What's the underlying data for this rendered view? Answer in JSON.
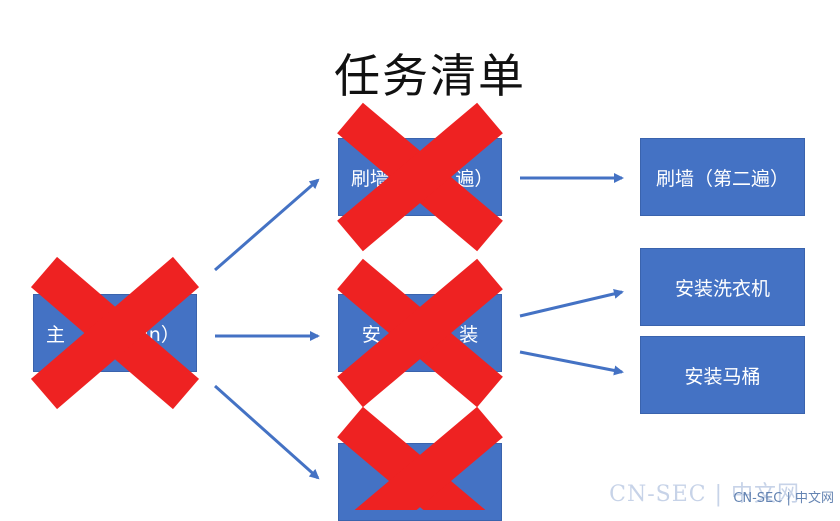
{
  "title": "任务清单",
  "nodes": {
    "main": {
      "label": "主…（…in）",
      "visible_text": "主             in）"
    },
    "wall1": {
      "label": "刷墙（第一遍）",
      "visible_text": "刷墙           遍）"
    },
    "install": {
      "label": "安装",
      "visible_text": "安             装"
    },
    "bottom": {
      "label": ""
    },
    "wall2": {
      "label": "刷墙（第二遍）"
    },
    "washer": {
      "label": "安装洗衣机"
    },
    "toilet": {
      "label": "安装马桶"
    }
  },
  "colors": {
    "box": "#4472c4",
    "arrow": "#4472c4",
    "cross": "#ee2222"
  },
  "watermark": {
    "text": "CN-SEC | 中文网",
    "bg_text": "CN-SEC | 中文网"
  }
}
